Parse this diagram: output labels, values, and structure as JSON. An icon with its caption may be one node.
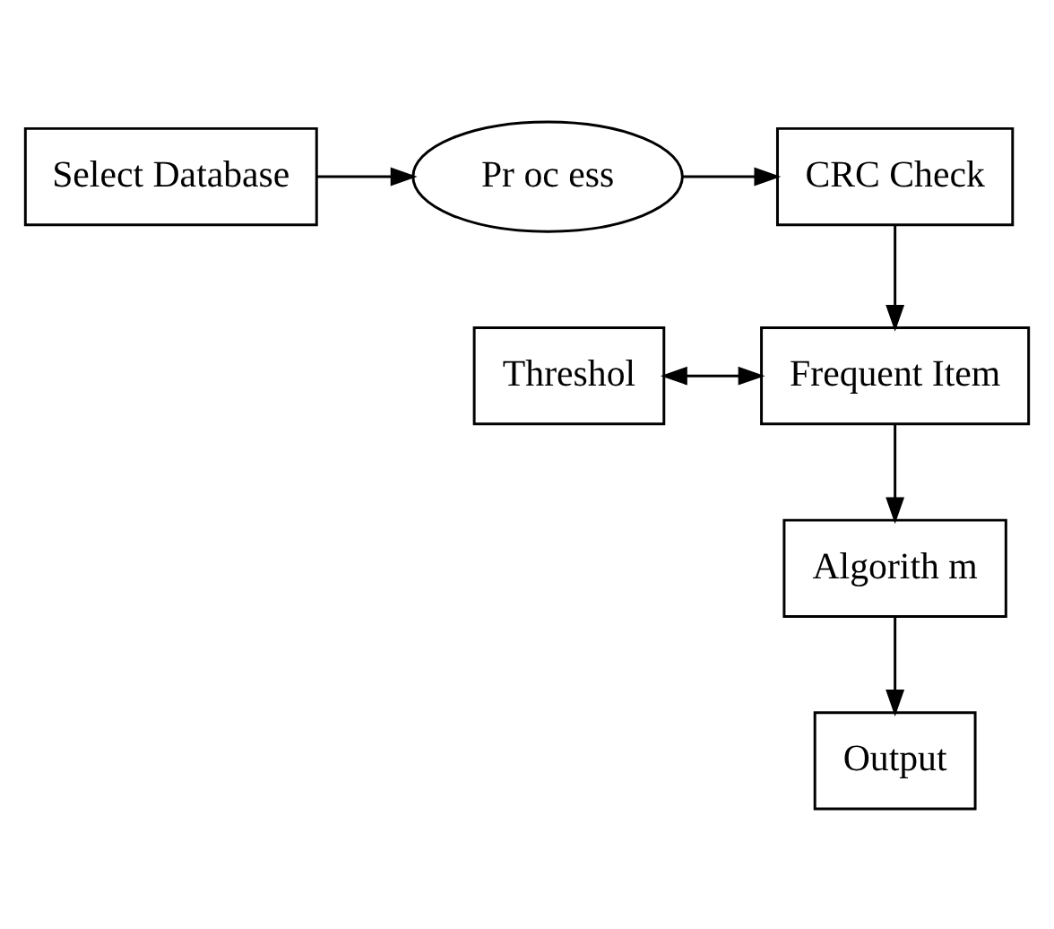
{
  "diagram": {
    "nodes": [
      {
        "text": [
          "Select Database"
        ]
      },
      {
        "text": [
          "Pr oc ess"
        ]
      },
      {
        "text": [
          "CRC Check"
        ]
      },
      {
        "text": [
          "Frequent Item"
        ]
      },
      {
        "text": [
          "Threshol"
        ]
      },
      {
        "text": [
          "Algorith m"
        ]
      },
      {
        "text": [
          "Output"
        ]
      }
    ],
    "edges": [
      {
        "from": 0,
        "to": 1,
        "arrow": "to"
      },
      {
        "from": 1,
        "to": 2,
        "arrow": "to"
      },
      {
        "from": 2,
        "to": 3,
        "arrow": "to"
      },
      {
        "from": 4,
        "to": 3,
        "arrow": "both"
      },
      {
        "from": 3,
        "to": 5,
        "arrow": "to"
      },
      {
        "from": 5,
        "to": 6,
        "arrow": "to"
      }
    ]
  }
}
